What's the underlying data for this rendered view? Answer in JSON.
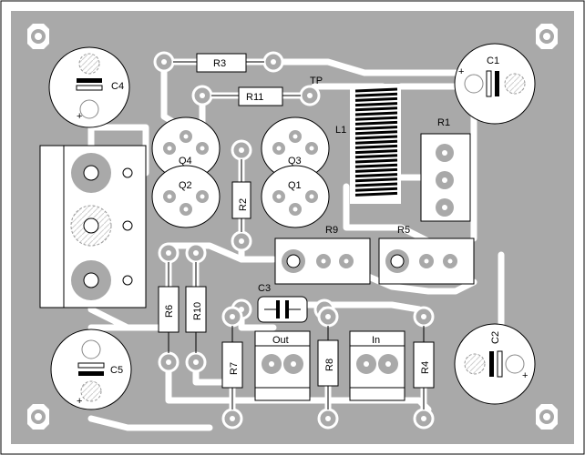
{
  "board": {
    "colors": {
      "copper": "#a9a9a9",
      "background": "#ffffff",
      "component": "#ffffff",
      "outline": "#000000",
      "hatch": "#d9d9d9"
    }
  },
  "labels": {
    "c1": "C1",
    "c2": "C2",
    "c3": "C3",
    "c4": "C4",
    "c5": "C5",
    "r1": "R1",
    "r2": "R2",
    "r3": "R3",
    "r4": "R4",
    "r5": "R5",
    "r6": "R6",
    "r7": "R7",
    "r8": "R8",
    "r9": "R9",
    "r10": "R10",
    "r11": "R11",
    "l1": "L1",
    "q1": "Q1",
    "q2": "Q2",
    "q3": "Q3",
    "q4": "Q4",
    "tp": "TP",
    "out": "Out",
    "in": "In",
    "plus": "+"
  }
}
